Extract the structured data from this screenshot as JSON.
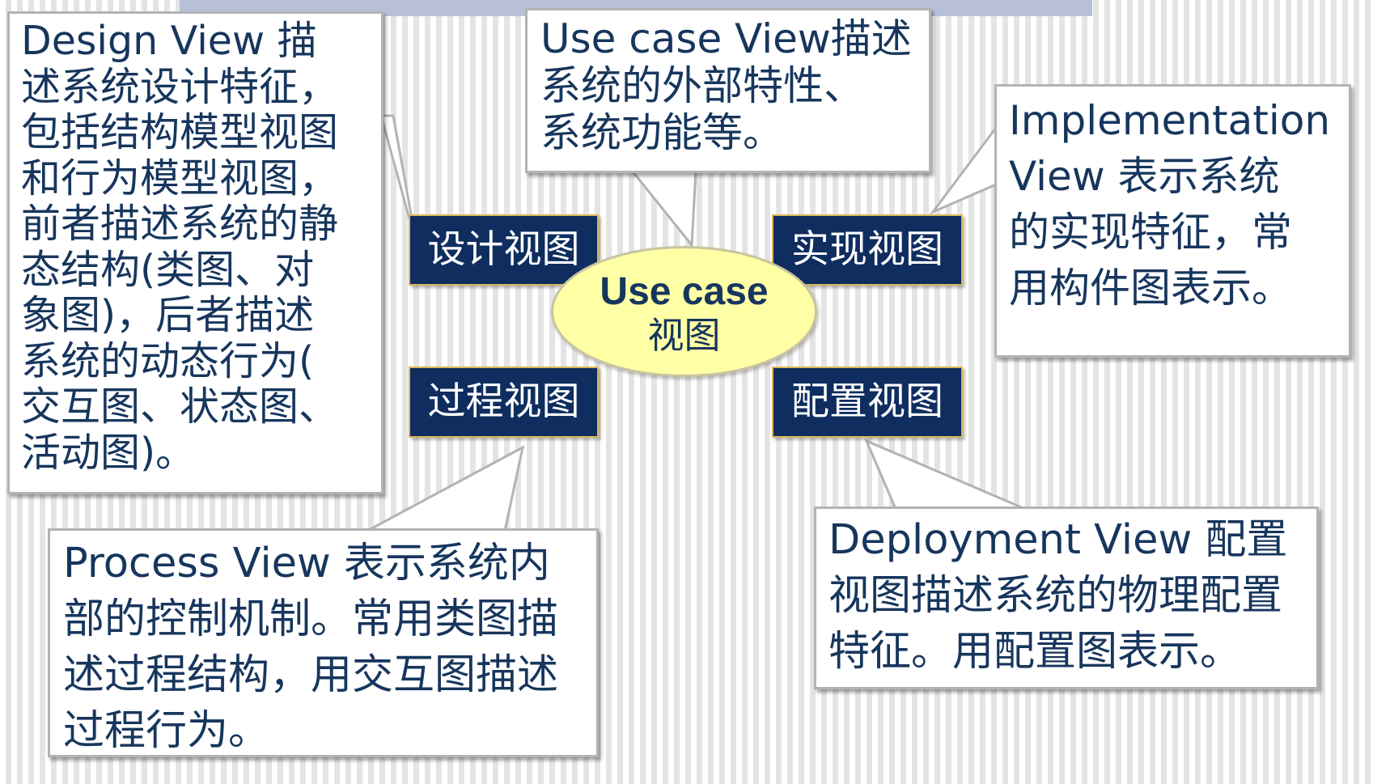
{
  "usecase_node": {
    "title": "Use case",
    "subtitle": "视图"
  },
  "view_boxes": {
    "design": "设计视图",
    "implementation": "实现视图",
    "process": "过程视图",
    "deployment": "配置视图"
  },
  "callouts": {
    "design": "Design View  描\n述系统设计特征，\n包括结构模型视图\n和行为模型视图，\n前者描述系统的静\n态结构(类图、对\n象图)，后者描述\n系统的动态行为(\n交互图、状态图、\n活动图)。",
    "use_case": "Use case View描述\n系统的外部特性、\n系统功能等。",
    "implementation": "Implementation\nView   表示系统\n的实现特征，常\n用构件图表示。",
    "process": "Process View  表示系统内\n部的控制机制。常用类图描\n述过程结构，用交互图描述\n过程行为。",
    "deployment": "Deployment View  配置\n视图描述系统的物理配置\n特征。用配置图表示。"
  },
  "colors": {
    "callout_text": "#17365d",
    "view_box_fill": "#0f2d5f",
    "view_box_border": "#d9b55a",
    "ellipse_fill": "#ffffa6",
    "callout_border": "#b3b3b3"
  }
}
